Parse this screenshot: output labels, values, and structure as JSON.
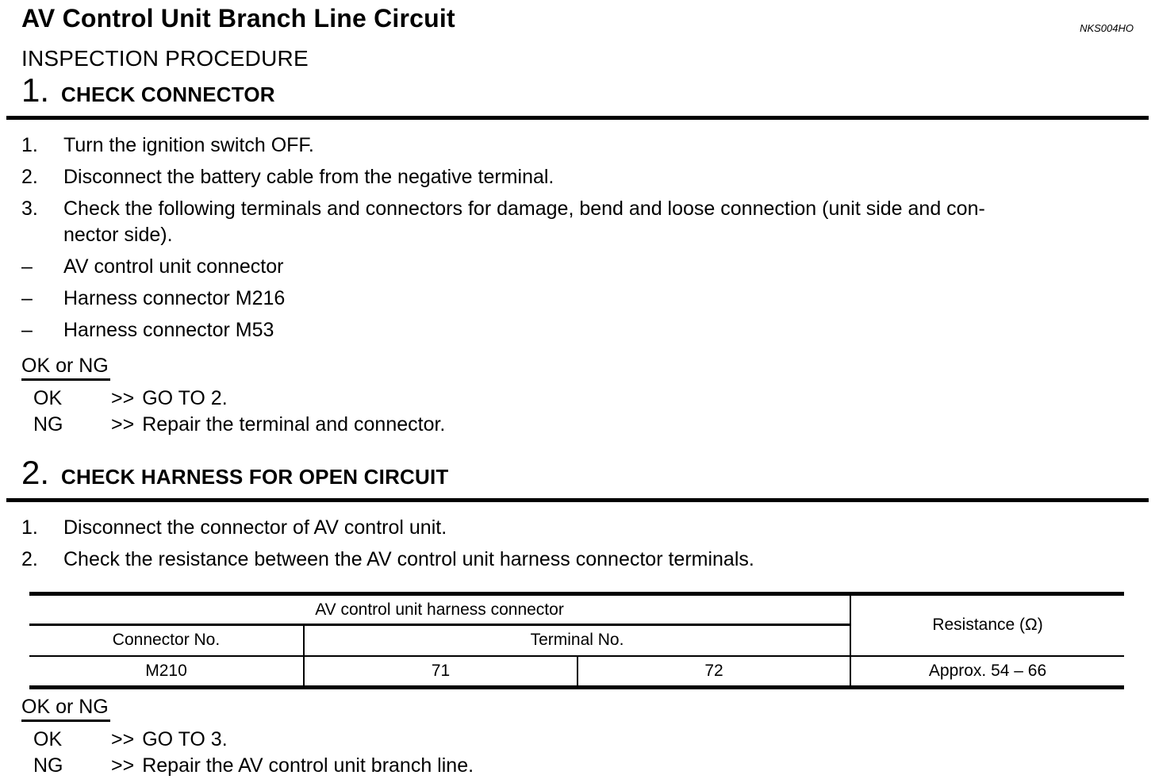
{
  "page": {
    "title": "AV Control Unit Branch Line Circuit",
    "doc_code": "NKS004HO",
    "subtitle": "INSPECTION PROCEDURE"
  },
  "section1": {
    "number": "1.",
    "heading": "CHECK CONNECTOR",
    "steps": [
      {
        "num": "1.",
        "text": "Turn the ignition switch OFF."
      },
      {
        "num": "2.",
        "text": "Disconnect the battery cable from the negative terminal."
      },
      {
        "num": "3.",
        "text": "Check the following terminals and connectors for damage, bend and loose connection (unit side and con-\nnector side)."
      }
    ],
    "bullets": [
      {
        "dash": "–",
        "text": "AV control unit connector"
      },
      {
        "dash": "–",
        "text": "Harness connector M216"
      },
      {
        "dash": "–",
        "text": "Harness connector M53"
      }
    ],
    "ok_ng_label": "OK or NG",
    "results": [
      {
        "label": "OK",
        "arrow": ">>",
        "text": "GO TO 2."
      },
      {
        "label": "NG",
        "arrow": ">>",
        "text": "Repair the terminal and connector."
      }
    ]
  },
  "section2": {
    "number": "2.",
    "heading": "CHECK HARNESS FOR OPEN CIRCUIT",
    "steps": [
      {
        "num": "1.",
        "text": "Disconnect the connector of AV control unit."
      },
      {
        "num": "2.",
        "text": "Check the resistance between the AV control unit harness connector terminals."
      }
    ],
    "table": {
      "group_header": "AV control unit harness connector",
      "col_connector": "Connector No.",
      "col_terminal": "Terminal No.",
      "col_resistance": "Resistance (Ω)",
      "row": {
        "connector_no": "M210",
        "terminal_1": "71",
        "terminal_2": "72",
        "resistance": "Approx. 54 – 66"
      }
    },
    "ok_ng_label": "OK or NG",
    "results": [
      {
        "label": "OK",
        "arrow": ">>",
        "text": "GO TO 3."
      },
      {
        "label": "NG",
        "arrow": ">>",
        "text": "Repair the AV control unit branch line."
      }
    ]
  }
}
